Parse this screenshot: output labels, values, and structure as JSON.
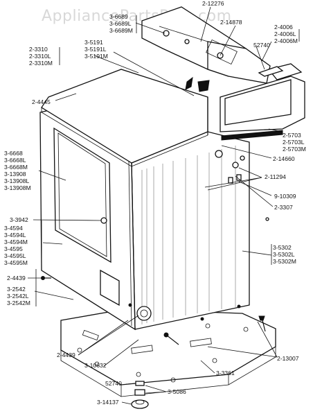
{
  "watermark": "AppliancePartsPros.com",
  "labels": {
    "l_2_12276": "2-12276",
    "l_3_6689": "3-6689",
    "l_3_6689l": "3-6689L",
    "l_3_6689m": "3-6689M",
    "l_2_14878": "2-14878",
    "l_2_4006": "2-4006",
    "l_2_4006l": "2-4006L",
    "l_2_4006m": "2-4006M",
    "l_52740_top": "52740",
    "l_2_3310": "2-3310",
    "l_2_3310l": "2-3310L",
    "l_2_3310m": "2-3310M",
    "l_3_5191": "3-5191",
    "l_3_5191l": "3-5191L",
    "l_3_5191m": "3-5191M",
    "l_2_4445": "2-4445",
    "l_2_5703": "2-5703",
    "l_2_5703l": "2-5703L",
    "l_2_5703m": "2-5703M",
    "l_3_6668": "3-6668",
    "l_3_6668l": "3-6668L",
    "l_3_6668m": "3-6668M",
    "l_3_13908": "3-13908",
    "l_3_13908l": "3-13908L",
    "l_3_13908m": "3-13908M",
    "l_2_14660": "2-14660",
    "l_2_11294": "2-11294",
    "l_9_10309": "9-10309",
    "l_2_3307": "2-3307",
    "l_3_3942": "3-3942",
    "l_3_4594": "3-4594",
    "l_3_4594l": "3-4594L",
    "l_3_4594m": "3-4594M",
    "l_3_4595": "3-4595",
    "l_3_4595l": "3-4595L",
    "l_3_4595m": "3-4595M",
    "l_3_5302": "3-5302",
    "l_3_5302l": "3-5302L",
    "l_3_5302m": "3-5302M",
    "l_2_4439_a": "2-4439",
    "l_3_2542": "3-2542",
    "l_3_2542l": "3-2542L",
    "l_3_2542m": "3-2542M",
    "l_2_4439_b": "2-4439",
    "l_3_10632": "3-10632",
    "l_2_13007": "2-13007",
    "l_3_3361": "3-3361",
    "l_52740_bottom": "52740",
    "l_3_5086": "3-5086",
    "l_3_14137": "3-14137"
  }
}
